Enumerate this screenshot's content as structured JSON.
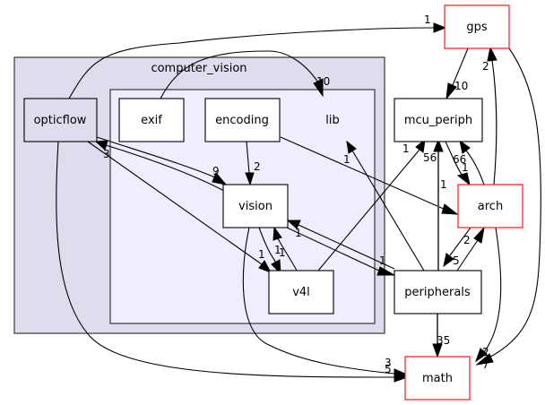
{
  "clusters": {
    "outer": {
      "label": "computer_vision"
    }
  },
  "nodes": {
    "opticflow": {
      "label": "opticflow"
    },
    "exif": {
      "label": "exif"
    },
    "encoding": {
      "label": "encoding"
    },
    "lib": {
      "label": "lib"
    },
    "vision": {
      "label": "vision"
    },
    "v4l": {
      "label": "v4l"
    },
    "gps": {
      "label": "gps"
    },
    "mcu_periph": {
      "label": "mcu_periph"
    },
    "arch": {
      "label": "arch"
    },
    "peripherals": {
      "label": "peripherals"
    },
    "math": {
      "label": "math"
    }
  },
  "edges": [
    {
      "from": "opticflow",
      "to": "gps",
      "count": "1"
    },
    {
      "from": "exif",
      "to": "lib",
      "count": "10"
    },
    {
      "from": "gps",
      "to": "mcu_periph",
      "count": "10"
    },
    {
      "from": "arch",
      "to": "gps",
      "count": "2"
    },
    {
      "from": "gps",
      "to": "math",
      "count": "7"
    },
    {
      "from": "opticflow",
      "to": "vision",
      "count": "9"
    },
    {
      "from": "vision",
      "to": "opticflow",
      "count": "3"
    },
    {
      "from": "encoding",
      "to": "vision",
      "count": "2"
    },
    {
      "from": "encoding",
      "to": "arch",
      "count": "1"
    },
    {
      "from": "opticflow",
      "to": "v4l",
      "count": "1"
    },
    {
      "from": "vision",
      "to": "v4l",
      "count": "1"
    },
    {
      "from": "v4l",
      "to": "vision",
      "count": "1"
    },
    {
      "from": "v4l",
      "to": "mcu_periph",
      "count": "1"
    },
    {
      "from": "vision",
      "to": "peripherals",
      "count": "1"
    },
    {
      "from": "peripherals",
      "to": "vision",
      "count": "1"
    },
    {
      "from": "peripherals",
      "to": "lib",
      "count": "1"
    },
    {
      "from": "peripherals",
      "to": "mcu_periph",
      "count": "56"
    },
    {
      "from": "mcu_periph",
      "to": "arch",
      "count": "1"
    },
    {
      "from": "arch",
      "to": "mcu_periph",
      "count": "66"
    },
    {
      "from": "arch",
      "to": "peripherals",
      "count": "5"
    },
    {
      "from": "peripherals",
      "to": "arch",
      "count": "2"
    },
    {
      "from": "peripherals",
      "to": "math",
      "count": "35"
    },
    {
      "from": "arch",
      "to": "math",
      "count": "2"
    },
    {
      "from": "opticflow",
      "to": "math",
      "count": "5"
    },
    {
      "from": "vision",
      "to": "math",
      "count": "3"
    }
  ],
  "colors": {
    "outer_cluster_fill": "#ddddee",
    "inner_cluster_fill": "#eeeeff",
    "cluster_stroke": "#444444",
    "external_stroke": "#ff0000",
    "node_fill": "#ffffff"
  }
}
